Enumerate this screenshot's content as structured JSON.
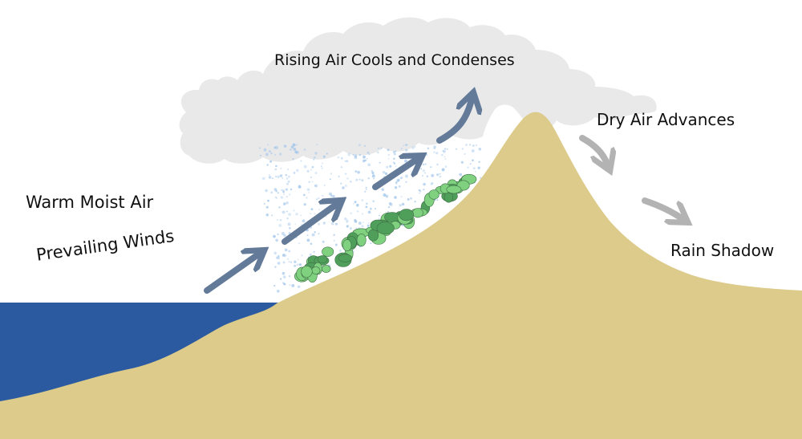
{
  "labels": {
    "warm_moist_air": "Warm Moist Air",
    "prevailing_winds": "Prevailing Winds",
    "rising_air": "Rising Air Cools and Condenses",
    "dry_air": "Dry Air Advances",
    "rain_shadow": "Rain Shadow"
  },
  "icons": {
    "wind_arrow": "arrow-icon",
    "dry_air_arrow": "curved-arrow-icon",
    "vegetation": "tree-canopy-icon"
  },
  "colors": {
    "ocean": "#2b5aa0",
    "land": "#dccb8a",
    "cloud": "#e9e9ea",
    "rain_dots": "#9fc4ea",
    "wind_arrow": "#647a99",
    "dry_arrow": "#b3b3b3",
    "vegetation_light": "#7fd07f",
    "vegetation_dark": "#4f9e5a"
  }
}
